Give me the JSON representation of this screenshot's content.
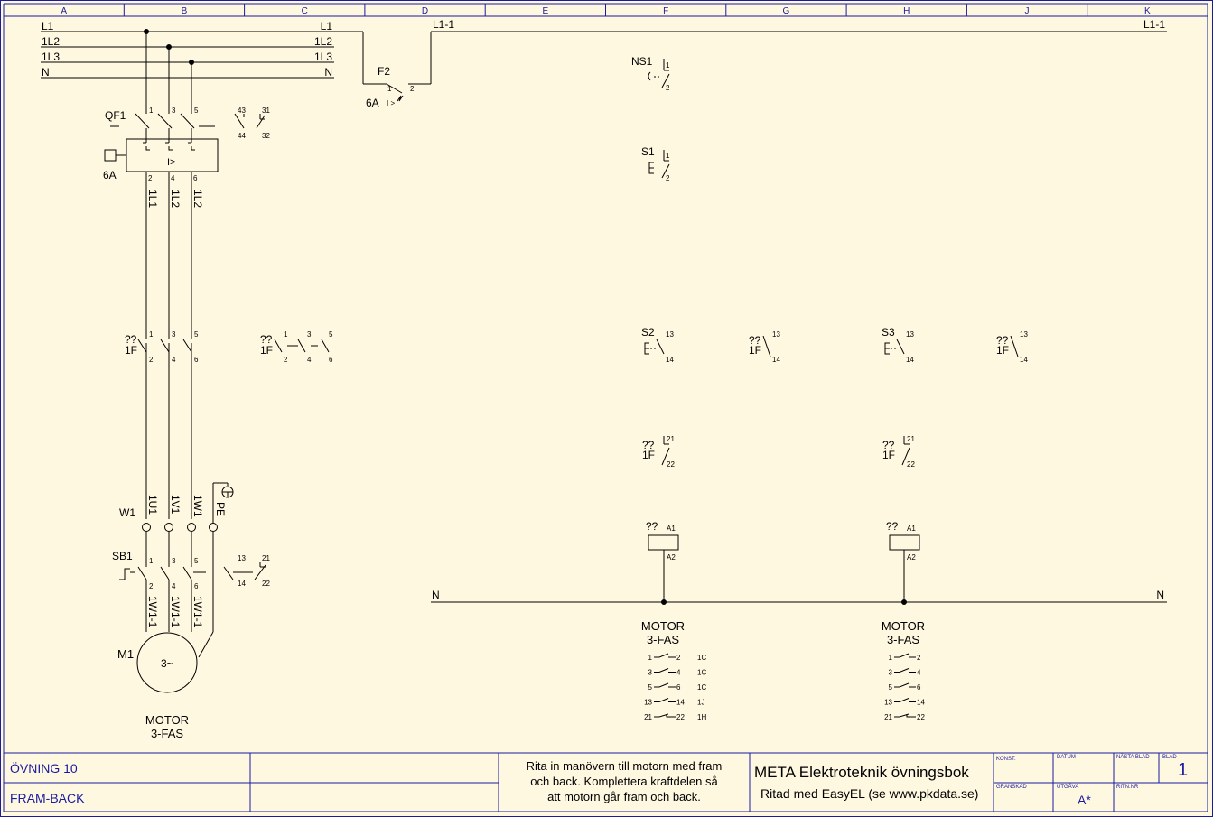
{
  "grid": {
    "columns": [
      "A",
      "B",
      "C",
      "D",
      "E",
      "F",
      "G",
      "H",
      "J",
      "K"
    ]
  },
  "power": {
    "bus_left": [
      "L1",
      "1L2",
      "1L3",
      "N"
    ],
    "bus_right": [
      "L1",
      "1L2",
      "1L3",
      "N"
    ],
    "qf1": {
      "tag": "QF1",
      "rating": "6A",
      "term_top": [
        "1",
        "3",
        "5"
      ],
      "term_bot": [
        "2",
        "4",
        "6"
      ],
      "aux1": [
        "43",
        "44"
      ],
      "aux2": [
        "31",
        "32"
      ],
      "sym": "I>"
    },
    "wires1": [
      "1L1",
      "1L2",
      "1L2"
    ],
    "contactor": {
      "q": "??",
      "tag": "1F",
      "term_top": [
        "1",
        "3",
        "5"
      ],
      "term_bot": [
        "2",
        "4",
        "6"
      ]
    },
    "contactor2": {
      "q": "??",
      "tag": "1F",
      "terms": [
        "1",
        "2",
        "3",
        "4",
        "5",
        "6"
      ]
    },
    "wires2": [
      "1U1",
      "1V1",
      "1W1"
    ],
    "pe": "PE",
    "w1": "W1",
    "sb1": {
      "tag": "SB1",
      "term_top": [
        "1",
        "3",
        "5"
      ],
      "term_bot": [
        "2",
        "4",
        "6"
      ],
      "aux1": [
        "13",
        "14"
      ],
      "aux2": [
        "21",
        "22"
      ]
    },
    "wires3": [
      "1W1-1",
      "1W1-1",
      "1W1-1"
    ],
    "motor": {
      "tag": "M1",
      "sym": "3~",
      "label1": "MOTOR",
      "label2": "3-FAS"
    }
  },
  "control": {
    "l11_left": "L1-1",
    "l11_right": "L1-1",
    "f2": {
      "tag": "F2",
      "rating": "6A",
      "t1": "1",
      "t2": "2",
      "sym": "I >"
    },
    "ns1": {
      "tag": "NS1",
      "t1": "1",
      "t2": "2"
    },
    "s1": {
      "tag": "S1",
      "t1": "1",
      "t2": "2"
    },
    "s2": {
      "tag": "S2",
      "t1": "13",
      "t2": "14"
    },
    "k1": {
      "q": "??",
      "tag": "1F",
      "t1": "13",
      "t2": "14"
    },
    "s3": {
      "tag": "S3",
      "t1": "13",
      "t2": "14"
    },
    "k2": {
      "q": "??",
      "tag": "1F",
      "t1": "13",
      "t2": "14"
    },
    "i1": {
      "q": "??",
      "tag": "1F",
      "t1": "21",
      "t2": "22"
    },
    "i2": {
      "q": "??",
      "tag": "1F",
      "t1": "21",
      "t2": "22"
    },
    "coil1": {
      "q": "??",
      "a1": "A1",
      "a2": "A2"
    },
    "coil2": {
      "q": "??",
      "a1": "A1",
      "a2": "A2"
    },
    "n_left": "N",
    "n_right": "N",
    "motor_label1": "MOTOR",
    "motor_label2": "3-FAS",
    "xref1": [
      {
        "a": "1",
        "b": "2",
        "r": "1C"
      },
      {
        "a": "3",
        "b": "4",
        "r": "1C"
      },
      {
        "a": "5",
        "b": "6",
        "r": "1C"
      },
      {
        "a": "13",
        "b": "14",
        "r": "1J"
      },
      {
        "a": "21",
        "b": "22",
        "r": "1H"
      }
    ],
    "xref2": [
      {
        "a": "1",
        "b": "2"
      },
      {
        "a": "3",
        "b": "4"
      },
      {
        "a": "5",
        "b": "6"
      },
      {
        "a": "13",
        "b": "14"
      },
      {
        "a": "21",
        "b": "22"
      }
    ]
  },
  "titleblock": {
    "exercise": "ÖVNING 10",
    "subtitle": "FRAM-BACK",
    "instruction_1": "Rita in manövern till motorn med fram",
    "instruction_2": "och back. Komplettera kraftdelen så",
    "instruction_3": "att motorn går fram och back.",
    "book": "META Elektroteknik övningsbok",
    "drawn": "Ritad med EasyEL (se www.pkdata.se)",
    "konst_label": "KONST.",
    "datum_label": "DATUM",
    "nasta_label": "NÄSTA BLAD",
    "blad_label": "BLAD",
    "blad_value": "1",
    "granskad_label": "GRANSKAD",
    "utgava_label": "UTGÅVA",
    "utgava_value": "A*",
    "ritnr_label": "RITN.NR"
  },
  "colors": {
    "background": "#fff8e1",
    "lines": "#000000",
    "titleblock_text": "#1a1aa0",
    "border": "#1a1aa0"
  }
}
